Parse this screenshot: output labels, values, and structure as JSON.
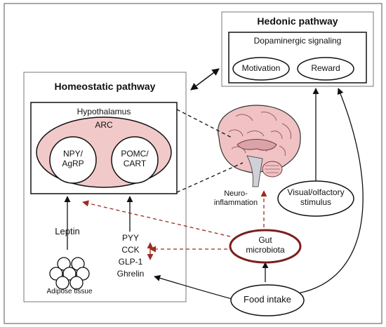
{
  "hedonic": {
    "title": "Hedonic pathway",
    "dopaminergic": "Dopaminergic signaling",
    "motivation": "Motivation",
    "reward": "Reward"
  },
  "homeostatic": {
    "title": "Homeostatic pathway",
    "hypothalamus": "Hypothalamus",
    "arc": "ARC",
    "npy_line1": "NPY/",
    "npy_line2": "AgRP",
    "pomc_line1": "POMC/",
    "pomc_line2": "CART",
    "leptin": "Leptin",
    "adipose": "Adipose tissue",
    "hormones": [
      "PYY",
      "CCK",
      "GLP-1",
      "Ghrelin"
    ]
  },
  "neuroinflammation_line1": "Neuro-",
  "neuroinflammation_line2": "inflammation",
  "gut_line1": "Gut",
  "gut_line2": "microbiota",
  "visual_line1": "Visual/olfactory",
  "visual_line2": "stimulus",
  "food_intake": "Food intake",
  "colors": {
    "arc_fill": "#f2c9c9",
    "brain": "#f0c2c4",
    "gut_border": "#7a1f1f",
    "dashed_arrow": "#9b2d1f"
  }
}
